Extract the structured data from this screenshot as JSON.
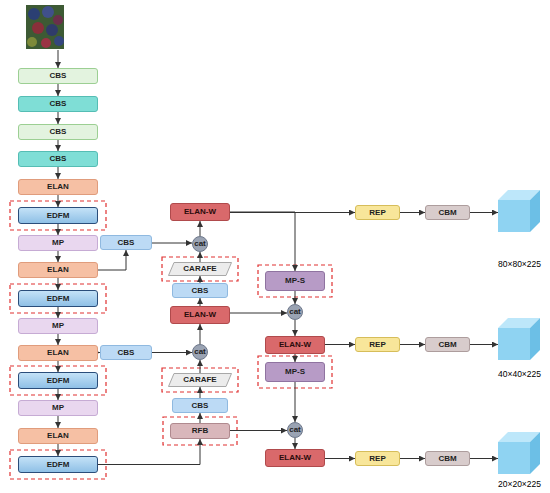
{
  "diagram": {
    "nodes": [
      {
        "text": [
          "CBS"
        ]
      },
      {
        "text": [
          "CBS"
        ]
      },
      {
        "text": [
          "CBS"
        ]
      },
      {
        "text": [
          "CBS"
        ]
      },
      {
        "text": [
          "ELAN"
        ]
      },
      {
        "text": [
          "EDFM"
        ]
      },
      {
        "text": [
          "MP"
        ]
      },
      {
        "text": [
          "ELAN"
        ]
      },
      {
        "text": [
          "EDFM"
        ]
      },
      {
        "text": [
          "MP"
        ]
      },
      {
        "text": [
          "ELAN"
        ]
      },
      {
        "text": [
          "EDFM"
        ]
      },
      {
        "text": [
          "MP"
        ]
      },
      {
        "text": [
          "ELAN"
        ]
      },
      {
        "text": [
          "EDFM"
        ]
      },
      {
        "text": [
          "CBS"
        ]
      },
      {
        "text": [
          "CBS"
        ]
      },
      {
        "text": [
          "ELAN-W"
        ]
      },
      {
        "text": [
          "cat"
        ]
      },
      {
        "text": [
          "CARAFE"
        ]
      },
      {
        "text": [
          "CBS"
        ]
      },
      {
        "text": [
          "ELAN-W"
        ]
      },
      {
        "text": [
          "cat"
        ]
      },
      {
        "text": [
          "CARAFE"
        ]
      },
      {
        "text": [
          "CBS"
        ]
      },
      {
        "text": [
          "RFB"
        ]
      },
      {
        "text": [
          "MP-S"
        ]
      },
      {
        "text": [
          "cat"
        ]
      },
      {
        "text": [
          "ELAN-W"
        ]
      },
      {
        "text": [
          "MP-S"
        ]
      },
      {
        "text": [
          "cat"
        ]
      },
      {
        "text": [
          "ELAN-W"
        ]
      },
      {
        "text": [
          "REP"
        ]
      },
      {
        "text": [
          "CBM"
        ]
      },
      {
        "text": [
          "80×80×225"
        ]
      },
      {
        "text": [
          "REP"
        ]
      },
      {
        "text": [
          "CBM"
        ]
      },
      {
        "text": [
          "40×40×225"
        ]
      },
      {
        "text": [
          "REP"
        ]
      },
      {
        "text": [
          "CBM"
        ]
      },
      {
        "text": [
          "20×20×225"
        ]
      }
    ],
    "edges": [
      {
        "from": 0,
        "to": 1,
        "arrow": "to"
      },
      {
        "from": 1,
        "to": 2,
        "arrow": "to"
      },
      {
        "from": 2,
        "to": 3,
        "arrow": "to"
      },
      {
        "from": 3,
        "to": 4,
        "arrow": "to"
      },
      {
        "from": 4,
        "to": 5,
        "arrow": "to"
      },
      {
        "from": 5,
        "to": 6,
        "arrow": "to"
      },
      {
        "from": 6,
        "to": 7,
        "arrow": "to"
      },
      {
        "from": 7,
        "to": 8,
        "arrow": "to"
      },
      {
        "from": 8,
        "to": 9,
        "arrow": "to"
      },
      {
        "from": 9,
        "to": 10,
        "arrow": "to"
      },
      {
        "from": 10,
        "to": 11,
        "arrow": "to"
      },
      {
        "from": 11,
        "to": 12,
        "arrow": "to"
      },
      {
        "from": 12,
        "to": 13,
        "arrow": "to"
      },
      {
        "from": 13,
        "to": 14,
        "arrow": "to"
      },
      {
        "from": 7,
        "to": 15,
        "arrow": "to"
      },
      {
        "from": 10,
        "to": 16,
        "arrow": "to"
      },
      {
        "from": 14,
        "to": 25,
        "arrow": "to"
      },
      {
        "from": 25,
        "to": 24,
        "arrow": "to"
      },
      {
        "from": 24,
        "to": 23,
        "arrow": "to"
      },
      {
        "from": 23,
        "to": 22,
        "arrow": "to"
      },
      {
        "from": 16,
        "to": 22,
        "arrow": "to"
      },
      {
        "from": 22,
        "to": 21,
        "arrow": "to"
      },
      {
        "from": 21,
        "to": 20,
        "arrow": "to"
      },
      {
        "from": 20,
        "to": 19,
        "arrow": "to"
      },
      {
        "from": 19,
        "to": 18,
        "arrow": "to"
      },
      {
        "from": 15,
        "to": 18,
        "arrow": "to"
      },
      {
        "from": 18,
        "to": 17,
        "arrow": "to"
      },
      {
        "from": 17,
        "to": 32,
        "arrow": "to"
      },
      {
        "from": 32,
        "to": 33,
        "arrow": "to"
      },
      {
        "from": 33,
        "to": 34,
        "arrow": "to"
      },
      {
        "from": 17,
        "to": 26,
        "arrow": "to"
      },
      {
        "from": 26,
        "to": 27,
        "arrow": "to"
      },
      {
        "from": 21,
        "to": 27,
        "arrow": "to"
      },
      {
        "from": 27,
        "to": 28,
        "arrow": "to"
      },
      {
        "from": 28,
        "to": 35,
        "arrow": "to"
      },
      {
        "from": 35,
        "to": 36,
        "arrow": "to"
      },
      {
        "from": 36,
        "to": 37,
        "arrow": "to"
      },
      {
        "from": 28,
        "to": 29,
        "arrow": "to"
      },
      {
        "from": 29,
        "to": 30,
        "arrow": "to"
      },
      {
        "from": 25,
        "to": 30,
        "arrow": "to"
      },
      {
        "from": 30,
        "to": 31,
        "arrow": "to"
      },
      {
        "from": 31,
        "to": 38,
        "arrow": "to"
      },
      {
        "from": 38,
        "to": 39,
        "arrow": "to"
      },
      {
        "from": 39,
        "to": 40,
        "arrow": "to"
      }
    ]
  }
}
